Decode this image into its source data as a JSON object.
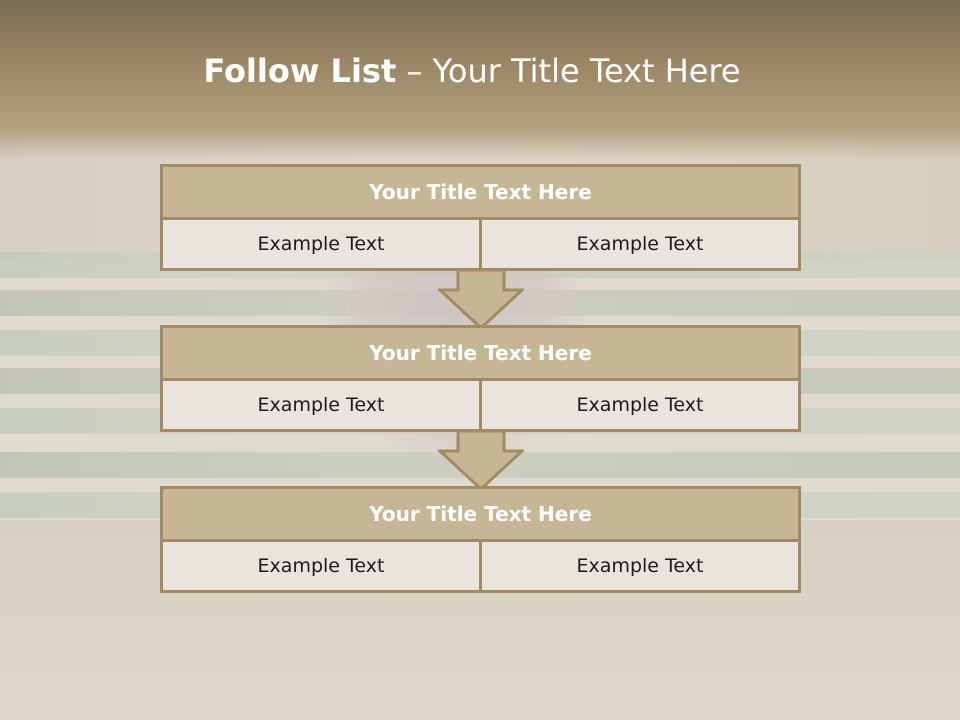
{
  "slide": {
    "title_bold": "Follow List",
    "title_rest": " – Your Title Text Here"
  },
  "blocks": [
    {
      "title": "Your Title Text Here",
      "left": "Example Text",
      "right": "Example Text"
    },
    {
      "title": "Your Title Text Here",
      "left": "Example Text",
      "right": "Example Text"
    },
    {
      "title": "Your Title Text Here",
      "left": "Example Text",
      "right": "Example Text"
    }
  ],
  "colors": {
    "accent": "#c7b695",
    "border": "#a28a63",
    "cell_fill": "#e9e4dd"
  }
}
